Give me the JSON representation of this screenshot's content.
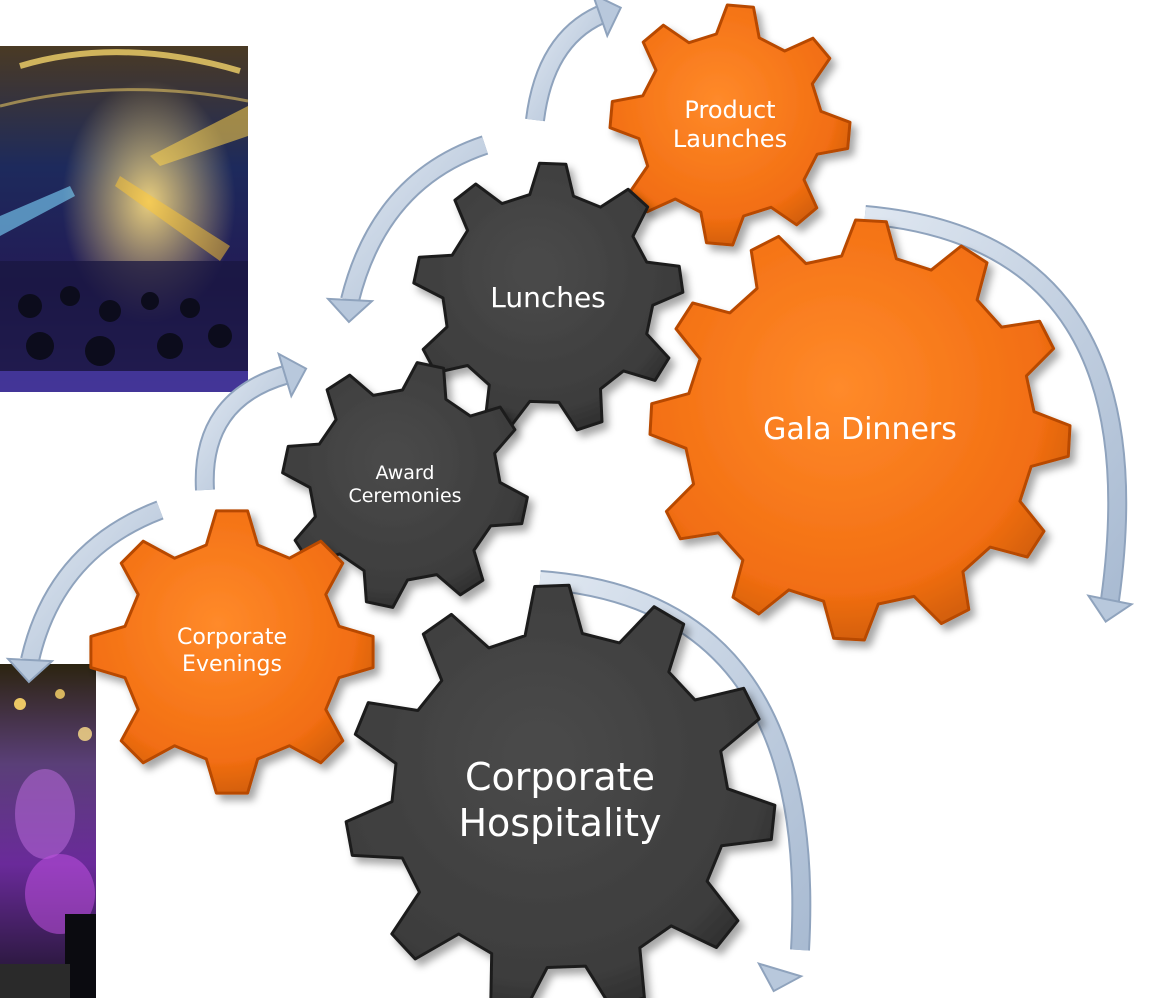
{
  "diagram": {
    "gears": [
      {
        "id": "product-launches",
        "label": "Product\nLaunches",
        "color": "orange"
      },
      {
        "id": "lunches",
        "label": "Lunches",
        "color": "dark"
      },
      {
        "id": "gala-dinners",
        "label": "Gala Dinners",
        "color": "orange"
      },
      {
        "id": "award-ceremonies",
        "label": "Award\nCeremonies",
        "color": "dark"
      },
      {
        "id": "corporate-evenings",
        "label": "Corporate\nEvenings",
        "color": "orange"
      },
      {
        "id": "corporate-hospitality",
        "label": "Corporate\nHospitality",
        "color": "dark"
      }
    ],
    "colors": {
      "orange": "#f26e12",
      "orange_dark": "#b84a05",
      "dark": "#3f3f3f",
      "dark_edge": "#1e1e1e",
      "arrow": "#b8c8dc",
      "arrow_edge": "#8fa3bd"
    }
  },
  "photos": [
    {
      "id": "event-photo-ballroom",
      "icon": "photo-icon"
    },
    {
      "id": "event-photo-party",
      "icon": "photo-icon"
    }
  ]
}
